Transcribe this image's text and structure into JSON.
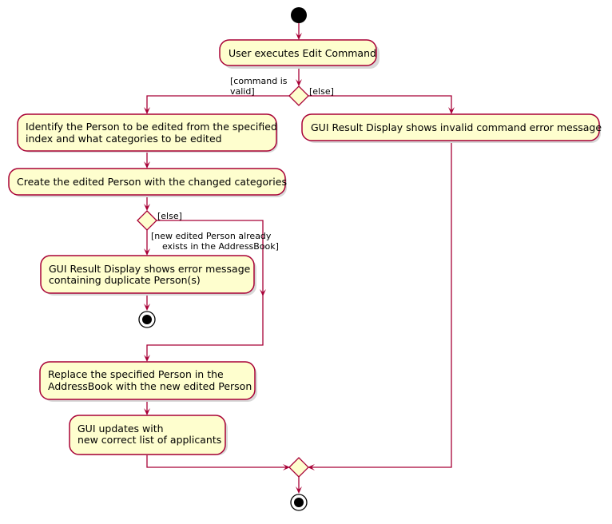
{
  "activities": {
    "user_executes": [
      "User executes Edit Command"
    ],
    "identify_person": [
      "Identify the Person to be edited from the specified",
      "index and what categories to be edited"
    ],
    "invalid_error": [
      "GUI Result Display shows invalid command error message"
    ],
    "create_edited": [
      "Create the edited Person with the changed categories"
    ],
    "duplicate_error": [
      "GUI Result Display shows error message",
      "containing duplicate Person(s)"
    ],
    "replace_person": [
      "Replace the specified Person in the",
      "AddressBook with the new edited Person"
    ],
    "gui_updates": [
      "GUI updates with",
      "new correct list of applicants"
    ]
  },
  "guards": {
    "command_valid": [
      "[command is",
      "valid]"
    ],
    "else_top": [
      "[else]"
    ],
    "else_mid": [
      "[else]"
    ],
    "duplicate": [
      "[new edited Person already",
      "    exists in the AddressBook]"
    ]
  },
  "colors": {
    "activity_fill": "#FEFECE",
    "border": "#A80036",
    "start_node": "#000000"
  }
}
